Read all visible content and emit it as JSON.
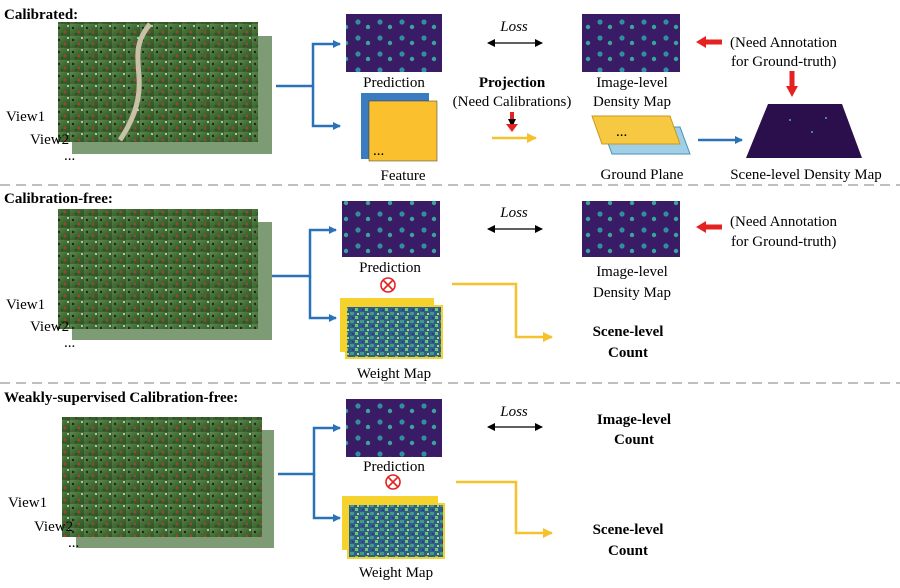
{
  "colors": {
    "blue_arrow": "#2a72b8",
    "red_arrow": "#e52222",
    "yellow_arrow": "#f5c22e",
    "density_bg": "#3a1b66",
    "feature_yellow": "#fbc02d",
    "feature_blue": "#3b7bbf",
    "ground_yellow": "#f7c842",
    "ground_blue": "#9fd0e8",
    "scene_map": "#2a0f4c",
    "grass": "#4e7a3c",
    "dash": "#aaaaaa"
  },
  "sections": {
    "calibrated": {
      "title": "Calibrated:",
      "view1": "View1",
      "view2": "View2",
      "ellipsis": "...",
      "prediction": "Prediction",
      "feature": "Feature",
      "feature_ellipsis": "...",
      "loss": "Loss",
      "projection": "Projection",
      "need_calibrations": "(Need Calibrations)",
      "image_level_1": "Image-level",
      "image_level_2": "Density Map",
      "need_annotation_1": "(Need Annotation",
      "need_annotation_2": "for Ground-truth)",
      "ground_plane": "Ground Plane",
      "ground_ellipsis": "...",
      "scene_density": "Scene-level Density Map"
    },
    "calibration_free": {
      "title": "Calibration-free:",
      "view1": "View1",
      "view2": "View2",
      "ellipsis": "...",
      "prediction": "Prediction",
      "loss": "Loss",
      "image_level_1": "Image-level",
      "image_level_2": "Density Map",
      "need_annotation_1": "(Need Annotation",
      "need_annotation_2": "for Ground-truth)",
      "weight_map": "Weight Map",
      "scene_count_1": "Scene-level",
      "scene_count_2": "Count"
    },
    "weakly": {
      "title": "Weakly-supervised Calibration-free:",
      "view1": "View1",
      "view2": "View2",
      "ellipsis": "...",
      "prediction": "Prediction",
      "loss": "Loss",
      "image_count_1": "Image-level",
      "image_count_2": "Count",
      "weight_map": "Weight Map",
      "scene_count_1": "Scene-level",
      "scene_count_2": "Count"
    }
  }
}
